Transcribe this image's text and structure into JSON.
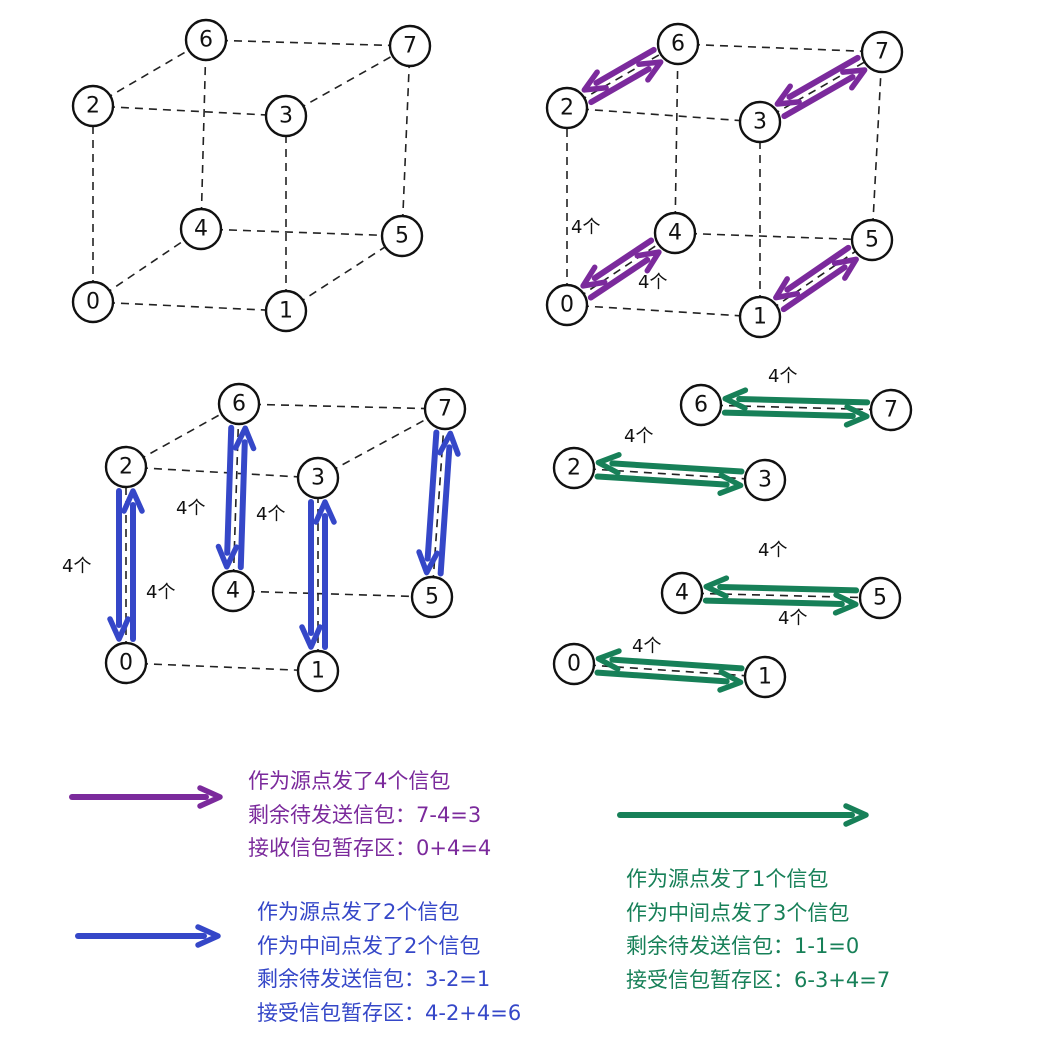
{
  "colors": {
    "purple": "#7b2a9c",
    "blue": "#3547c8",
    "green": "#178058",
    "edge": "#222222"
  },
  "cubes": [
    {
      "id": "cube-plain",
      "nodes": [
        "0",
        "1",
        "2",
        "3",
        "4",
        "5",
        "6",
        "7"
      ],
      "edges": [
        [
          "0",
          "1"
        ],
        [
          "0",
          "2"
        ],
        [
          "0",
          "4"
        ],
        [
          "1",
          "3"
        ],
        [
          "1",
          "5"
        ],
        [
          "2",
          "3"
        ],
        [
          "2",
          "6"
        ],
        [
          "3",
          "7"
        ],
        [
          "4",
          "5"
        ],
        [
          "4",
          "6"
        ],
        [
          "5",
          "7"
        ],
        [
          "6",
          "7"
        ]
      ],
      "transfers": []
    },
    {
      "id": "cube-purple",
      "nodes": [
        "0",
        "1",
        "2",
        "3",
        "4",
        "5",
        "6",
        "7"
      ],
      "edges": [
        [
          "0",
          "1"
        ],
        [
          "0",
          "2"
        ],
        [
          "0",
          "4"
        ],
        [
          "1",
          "3"
        ],
        [
          "1",
          "5"
        ],
        [
          "2",
          "3"
        ],
        [
          "2",
          "6"
        ],
        [
          "3",
          "7"
        ],
        [
          "4",
          "5"
        ],
        [
          "4",
          "6"
        ],
        [
          "5",
          "7"
        ],
        [
          "6",
          "7"
        ]
      ],
      "transfers": [
        {
          "from": "2",
          "to": "6",
          "color": "purple"
        },
        {
          "from": "6",
          "to": "2",
          "color": "purple"
        },
        {
          "from": "3",
          "to": "7",
          "color": "purple"
        },
        {
          "from": "7",
          "to": "3",
          "color": "purple"
        },
        {
          "from": "0",
          "to": "4",
          "color": "purple",
          "label": "4个"
        },
        {
          "from": "4",
          "to": "0",
          "color": "purple",
          "label": "4个"
        },
        {
          "from": "1",
          "to": "5",
          "color": "purple"
        },
        {
          "from": "5",
          "to": "1",
          "color": "purple"
        }
      ]
    },
    {
      "id": "cube-blue",
      "nodes": [
        "0",
        "1",
        "2",
        "3",
        "4",
        "5",
        "6",
        "7"
      ],
      "edges": [
        [
          "0",
          "1"
        ],
        [
          "0",
          "2"
        ],
        [
          "1",
          "3"
        ],
        [
          "2",
          "3"
        ],
        [
          "2",
          "6"
        ],
        [
          "3",
          "7"
        ],
        [
          "4",
          "5"
        ],
        [
          "4",
          "6"
        ],
        [
          "5",
          "7"
        ],
        [
          "6",
          "7"
        ]
      ],
      "transfers": [
        {
          "from": "0",
          "to": "2",
          "color": "blue",
          "label": "4个"
        },
        {
          "from": "2",
          "to": "0",
          "color": "blue",
          "label": "4个"
        },
        {
          "from": "4",
          "to": "6",
          "color": "blue",
          "label": "4个"
        },
        {
          "from": "6",
          "to": "4",
          "color": "blue"
        },
        {
          "from": "1",
          "to": "3",
          "color": "blue",
          "label": "4个"
        },
        {
          "from": "3",
          "to": "1",
          "color": "blue"
        },
        {
          "from": "5",
          "to": "7",
          "color": "blue"
        },
        {
          "from": "7",
          "to": "5",
          "color": "blue"
        }
      ]
    },
    {
      "id": "cube-green",
      "nodes": [
        "0",
        "1",
        "2",
        "3",
        "4",
        "5",
        "6",
        "7"
      ],
      "edges": [
        [
          "0",
          "1"
        ],
        [
          "2",
          "3"
        ],
        [
          "4",
          "5"
        ],
        [
          "6",
          "7"
        ]
      ],
      "transfers": [
        {
          "from": "6",
          "to": "7",
          "color": "green",
          "label": "4个"
        },
        {
          "from": "7",
          "to": "6",
          "color": "green"
        },
        {
          "from": "2",
          "to": "3",
          "color": "green",
          "label": "4个"
        },
        {
          "from": "3",
          "to": "2",
          "color": "green"
        },
        {
          "from": "4",
          "to": "5",
          "color": "green",
          "label": "4个"
        },
        {
          "from": "5",
          "to": "4",
          "color": "green",
          "label": "4个"
        },
        {
          "from": "0",
          "to": "1",
          "color": "green",
          "label": "4个"
        },
        {
          "from": "1",
          "to": "0",
          "color": "green"
        }
      ]
    }
  ],
  "legend": {
    "purple": {
      "line1": "作为源点发了4个信包",
      "line2": "剩余待发送信包：7-4=3",
      "line3": "接收信包暂存区：0+4=4"
    },
    "blue": {
      "line1": "作为源点发了2个信包",
      "line2": "作为中间点发了2个信包",
      "line3": "剩余待发送信包：3-2=1",
      "line4": "接受信包暂存区：4-2+4=6"
    },
    "green": {
      "line1": "作为源点发了1个信包",
      "line2": "作为中间点发了3个信包",
      "line3": "剩余待发送信包：1-1=0",
      "line4": "接受信包暂存区：6-3+4=7"
    }
  }
}
